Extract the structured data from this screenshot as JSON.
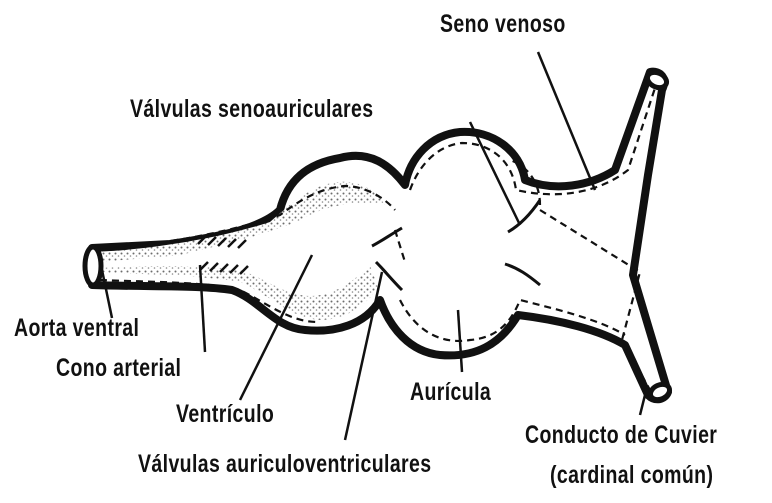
{
  "labels": {
    "seno_venoso": "Seno venoso",
    "valvulas_senoauriculares": "Válvulas senoauriculares",
    "aorta_ventral": "Aorta ventral",
    "cono_arterial": "Cono arterial",
    "ventriculo": "Ventrículo",
    "auricula": "Aurícula",
    "conducto_de_cuvier": "Conducto de Cuvier",
    "cardinal_comun": "(cardinal común)",
    "valvulas_auriculoventriculares": "Válvulas auriculoventriculares"
  },
  "colors": {
    "ink": "#111111",
    "background": "#ffffff",
    "stipple": "#9a9a9a"
  }
}
